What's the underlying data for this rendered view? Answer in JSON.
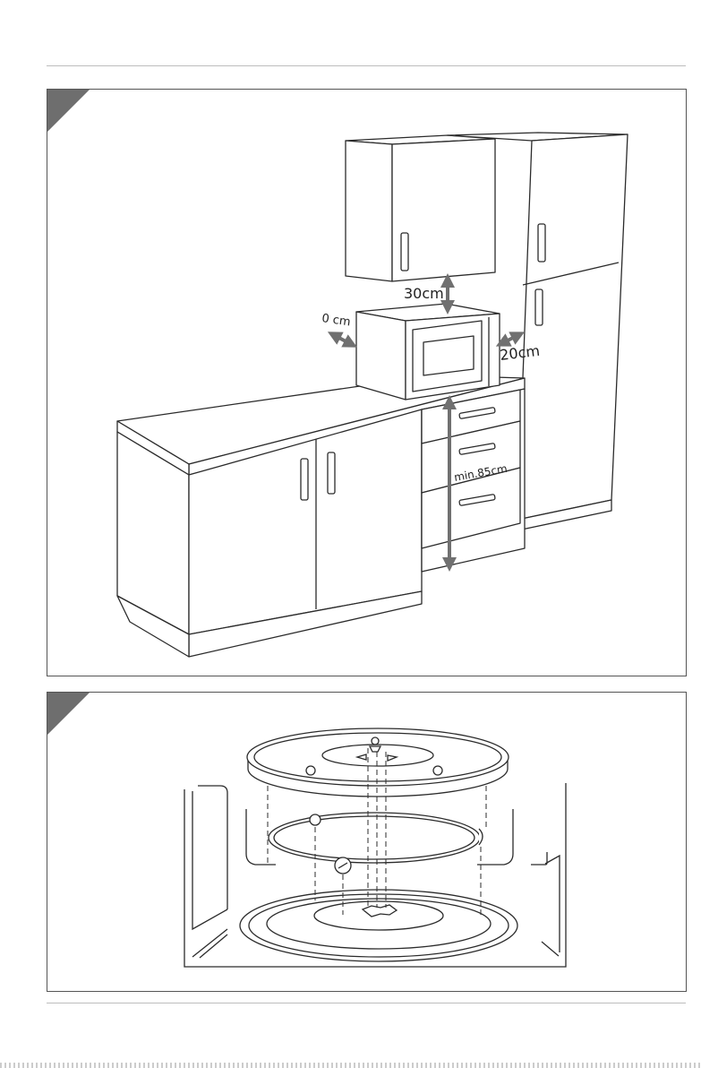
{
  "figure1": {
    "labels": {
      "clearance_top": "30cm",
      "clearance_left": "0 cm",
      "clearance_right": "20cm",
      "min_height": "min.85cm"
    }
  },
  "figure2": {},
  "colors": {
    "line": "#2b2b2b",
    "arrow": "#707070",
    "corner": "#6e6e6e",
    "rule": "#bdbdbd"
  }
}
